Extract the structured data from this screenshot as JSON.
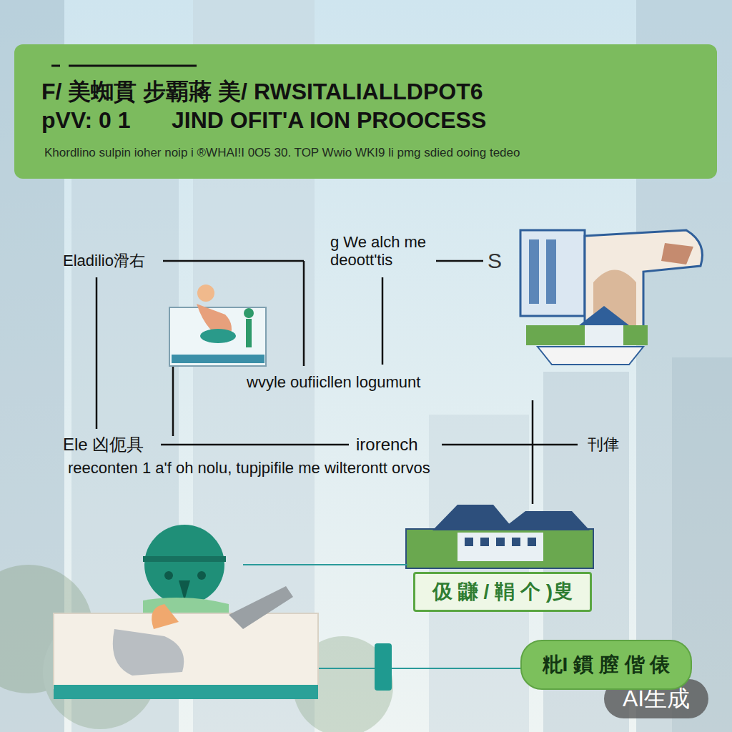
{
  "diagram": {
    "title": "F/ 美蜘貫 步覇蔣 美/ RWSITALIALLDPOT6",
    "nodes": [
      {
        "text": [
          "伋 鼸 / 鞙 个 )叟"
        ]
      },
      {
        "text": [
          "粃I 鏆 膣 偕 俵"
        ]
      }
    ],
    "labels": [
      "pVV: 0 1",
      "JIND OFIT'A ION PROOCESS",
      "Khordlino sulpin ioher noip i ®WHAI!I 0O5 30. TOP Wwio WKI9 li pmg sdied ooing tedeo",
      "Eladilio滑右",
      "g We alch me deoott'tis",
      "S",
      "wvyle oufiicllen logumunt",
      "Ele 凶伌具",
      "irorench",
      "刊侓",
      "reeconten 1 a'f oh nolu, tupjpifile me wilterontt orvos",
      "AI生成"
    ]
  }
}
